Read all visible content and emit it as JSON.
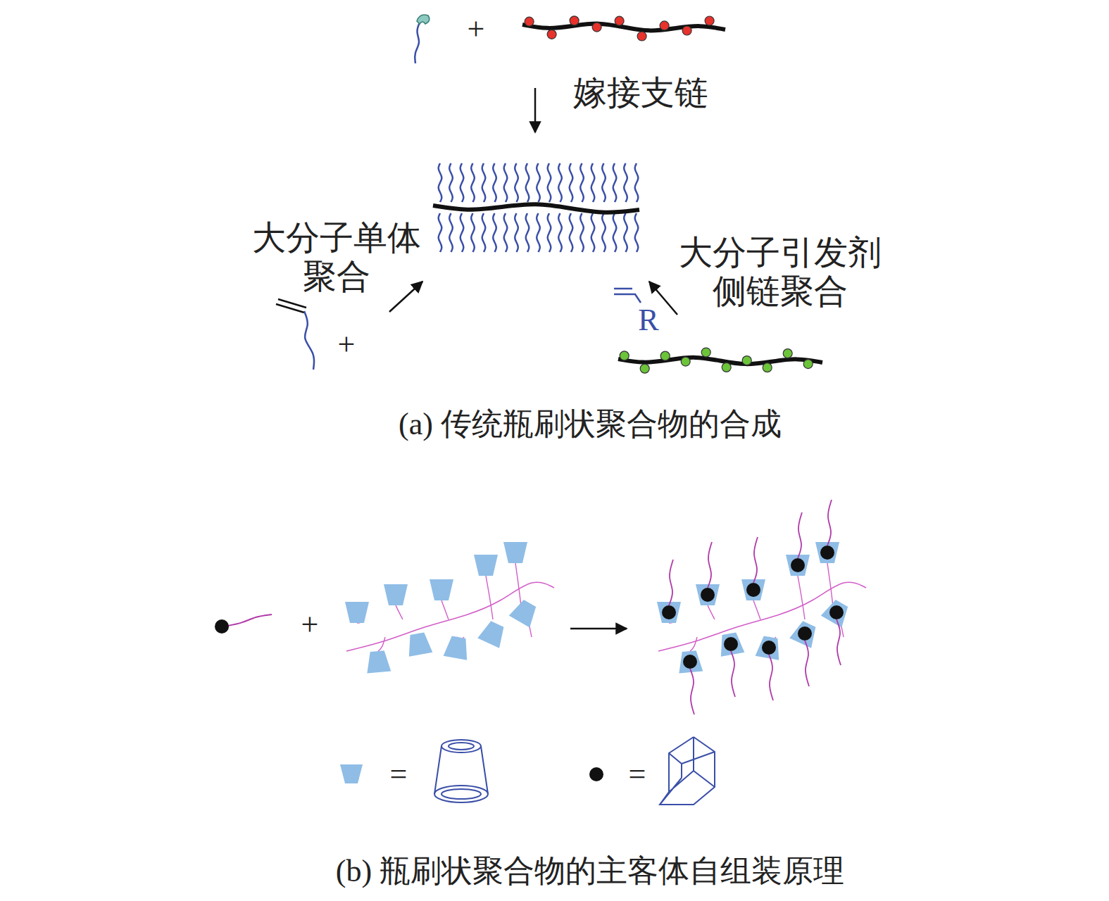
{
  "diagram": {
    "labels": [
      "+",
      "嫁接支链",
      "大分子单体 聚合",
      "大分子引发剂 侧链聚合",
      "R",
      "+",
      "(a) 传统瓶刷状聚合物的合成",
      "+",
      "=",
      "=",
      "(b) 瓶刷状聚合物的主客体自组装原理"
    ]
  }
}
